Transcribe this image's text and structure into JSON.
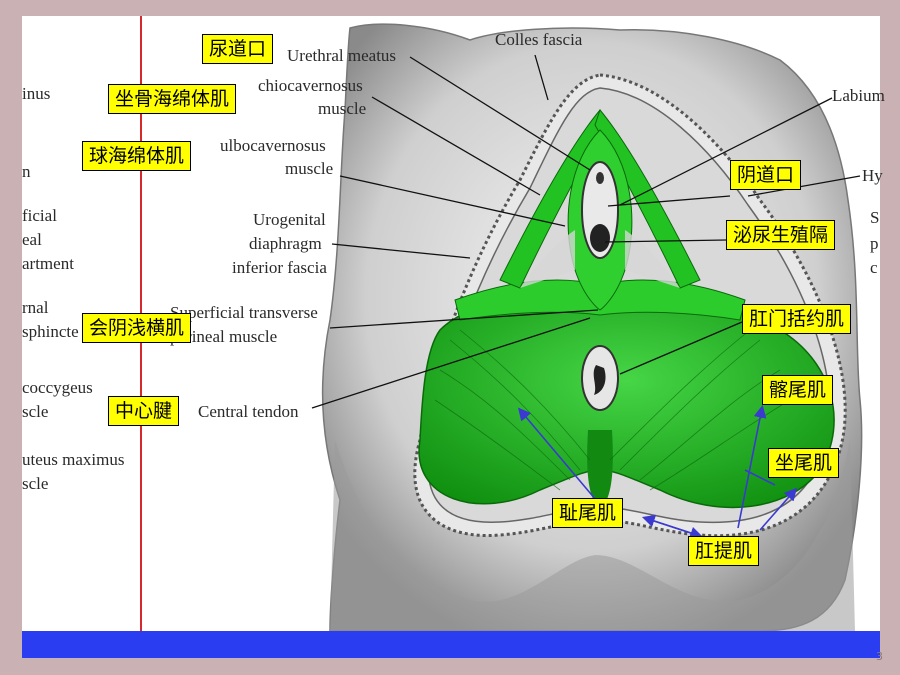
{
  "page_number": "3",
  "colors": {
    "frame": "#c9b1b4",
    "footer_bar": "#2b3df0",
    "divider": "#d62a2a",
    "label_bg": "#ffff00",
    "muscle": "#1fbf1f",
    "arrow": "#3a3ad0"
  },
  "left_column_fragments": [
    "inus",
    "n",
    "ficial",
    "eal",
    "artment",
    "rnal",
    "sphincte",
    "coccygeus",
    "scle",
    "uteus maximus",
    "scle"
  ],
  "english_labels": {
    "colles_fascia": "Colles fascia",
    "urethral_meatus": "Urethral meatus",
    "ischiocavernosus_1": "chiocavernosus",
    "ischiocavernosus_2": "muscle",
    "bulbocavernosus_1": "ulbocavernosus",
    "bulbocavernosus_2": "muscle",
    "urogenital_1": "Urogenital",
    "urogenital_2": "diaphragm",
    "urogenital_3": "inferior fascia",
    "transverse_1": "Superficial transverse",
    "transverse_2": "perineal muscle",
    "central_tendon": "Central tendon",
    "labium": "Labium",
    "hy": "Hy",
    "s": "S",
    "p": "p",
    "c": "c"
  },
  "chinese_labels": {
    "urethral_opening": "尿道口",
    "ischiocavernosus": "坐骨海绵体肌",
    "bulbospongiosus": "球海绵体肌",
    "superficial_transverse": "会阴浅横肌",
    "central_tendon": "中心腱",
    "vaginal_opening": "阴道口",
    "urogenital_diaphragm": "泌尿生殖隔",
    "anal_sphincter": "肛门括约肌",
    "iliococcygeus": "髂尾肌",
    "ischiococcygeus": "坐尾肌",
    "pubococcygeus": "耻尾肌",
    "levator_ani": "肛提肌"
  }
}
